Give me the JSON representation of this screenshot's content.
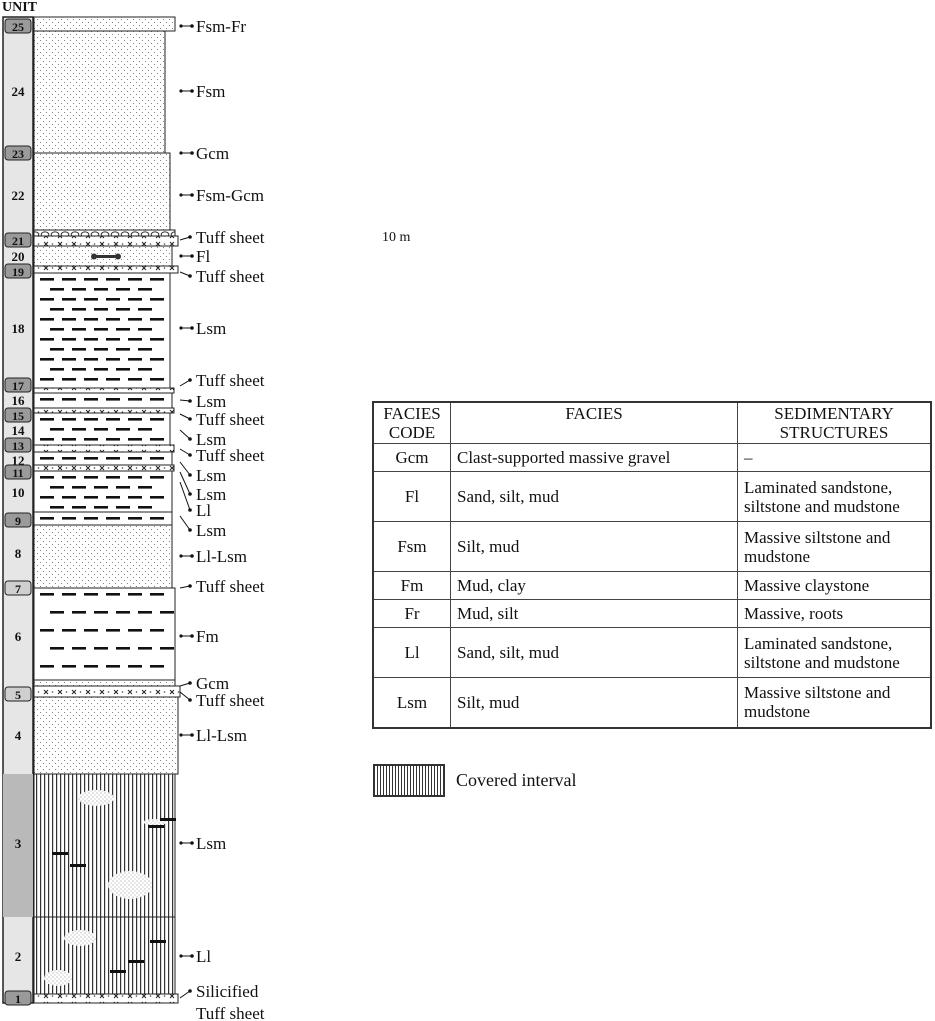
{
  "log": {
    "header": "UNIT",
    "units": [
      {
        "n": "25",
        "boxed": true,
        "shade": "#9a9a9a"
      },
      {
        "n": "24",
        "boxed": false
      },
      {
        "n": "23",
        "boxed": true,
        "shade": "#9a9a9a"
      },
      {
        "n": "22",
        "boxed": false
      },
      {
        "n": "21",
        "boxed": true,
        "shade": "#9a9a9a"
      },
      {
        "n": "20",
        "boxed": false
      },
      {
        "n": "19",
        "boxed": true,
        "shade": "#9a9a9a"
      },
      {
        "n": "18",
        "boxed": false
      },
      {
        "n": "17",
        "boxed": true,
        "shade": "#9a9a9a"
      },
      {
        "n": "16",
        "boxed": false
      },
      {
        "n": "15",
        "boxed": true,
        "shade": "#9a9a9a"
      },
      {
        "n": "14",
        "boxed": false
      },
      {
        "n": "13",
        "boxed": true,
        "shade": "#9a9a9a"
      },
      {
        "n": "12",
        "boxed": false
      },
      {
        "n": "11",
        "boxed": true,
        "shade": "#9a9a9a"
      },
      {
        "n": "10",
        "boxed": false
      },
      {
        "n": "9",
        "boxed": true,
        "shade": "#9a9a9a"
      },
      {
        "n": "8",
        "boxed": false
      },
      {
        "n": "7",
        "boxed": true,
        "shade": "#cfcfcf"
      },
      {
        "n": "6",
        "boxed": false
      },
      {
        "n": "5",
        "boxed": true,
        "shade": "#cfcfcf"
      },
      {
        "n": "4",
        "boxed": false
      },
      {
        "n": "3",
        "boxed": false
      },
      {
        "n": "2",
        "boxed": false
      },
      {
        "n": "1",
        "boxed": true,
        "shade": "#9a9a9a"
      }
    ],
    "facies_labels": [
      "Fsm-Fr",
      "Fsm",
      "Gcm",
      "Fsm-Gcm",
      "Tuff sheet",
      "Fl",
      "Tuff sheet",
      "Lsm",
      "Tuff sheet",
      "Lsm",
      "Tuff sheet",
      "Lsm",
      "Tuff sheet",
      "Lsm",
      "Lsm",
      "Ll",
      "Lsm",
      "Ll-Lsm",
      "Tuff sheet",
      "Fm",
      "Gcm",
      "Tuff sheet",
      "Ll-Lsm",
      "Lsm",
      "Ll",
      "Silicified",
      "Tuff sheet"
    ]
  },
  "scale": {
    "label": "10 m"
  },
  "table": {
    "headers": [
      "FACIES CODE",
      "FACIES",
      "SEDIMENTARY STRUCTURES"
    ],
    "rows": [
      {
        "code": "Gcm",
        "facies": "Clast-supported massive gravel",
        "structures": "–"
      },
      {
        "code": "Fl",
        "facies": "Sand, silt, mud",
        "structures": "Laminated sandstone, siltstone and mudstone"
      },
      {
        "code": "Fsm",
        "facies": "Silt, mud",
        "structures": "Massive siltstone and mudstone"
      },
      {
        "code": "Fm",
        "facies": "Mud, clay",
        "structures": "Massive claystone"
      },
      {
        "code": "Fr",
        "facies": "Mud, silt",
        "structures": "Massive, roots"
      },
      {
        "code": "Ll",
        "facies": "Sand, silt, mud",
        "structures": "Laminated sandstone, siltstone and mudstone"
      },
      {
        "code": "Lsm",
        "facies": "Silt, mud",
        "structures": "Massive siltstone and mudstone"
      }
    ]
  },
  "legend": {
    "covered_label": "Covered interval"
  }
}
